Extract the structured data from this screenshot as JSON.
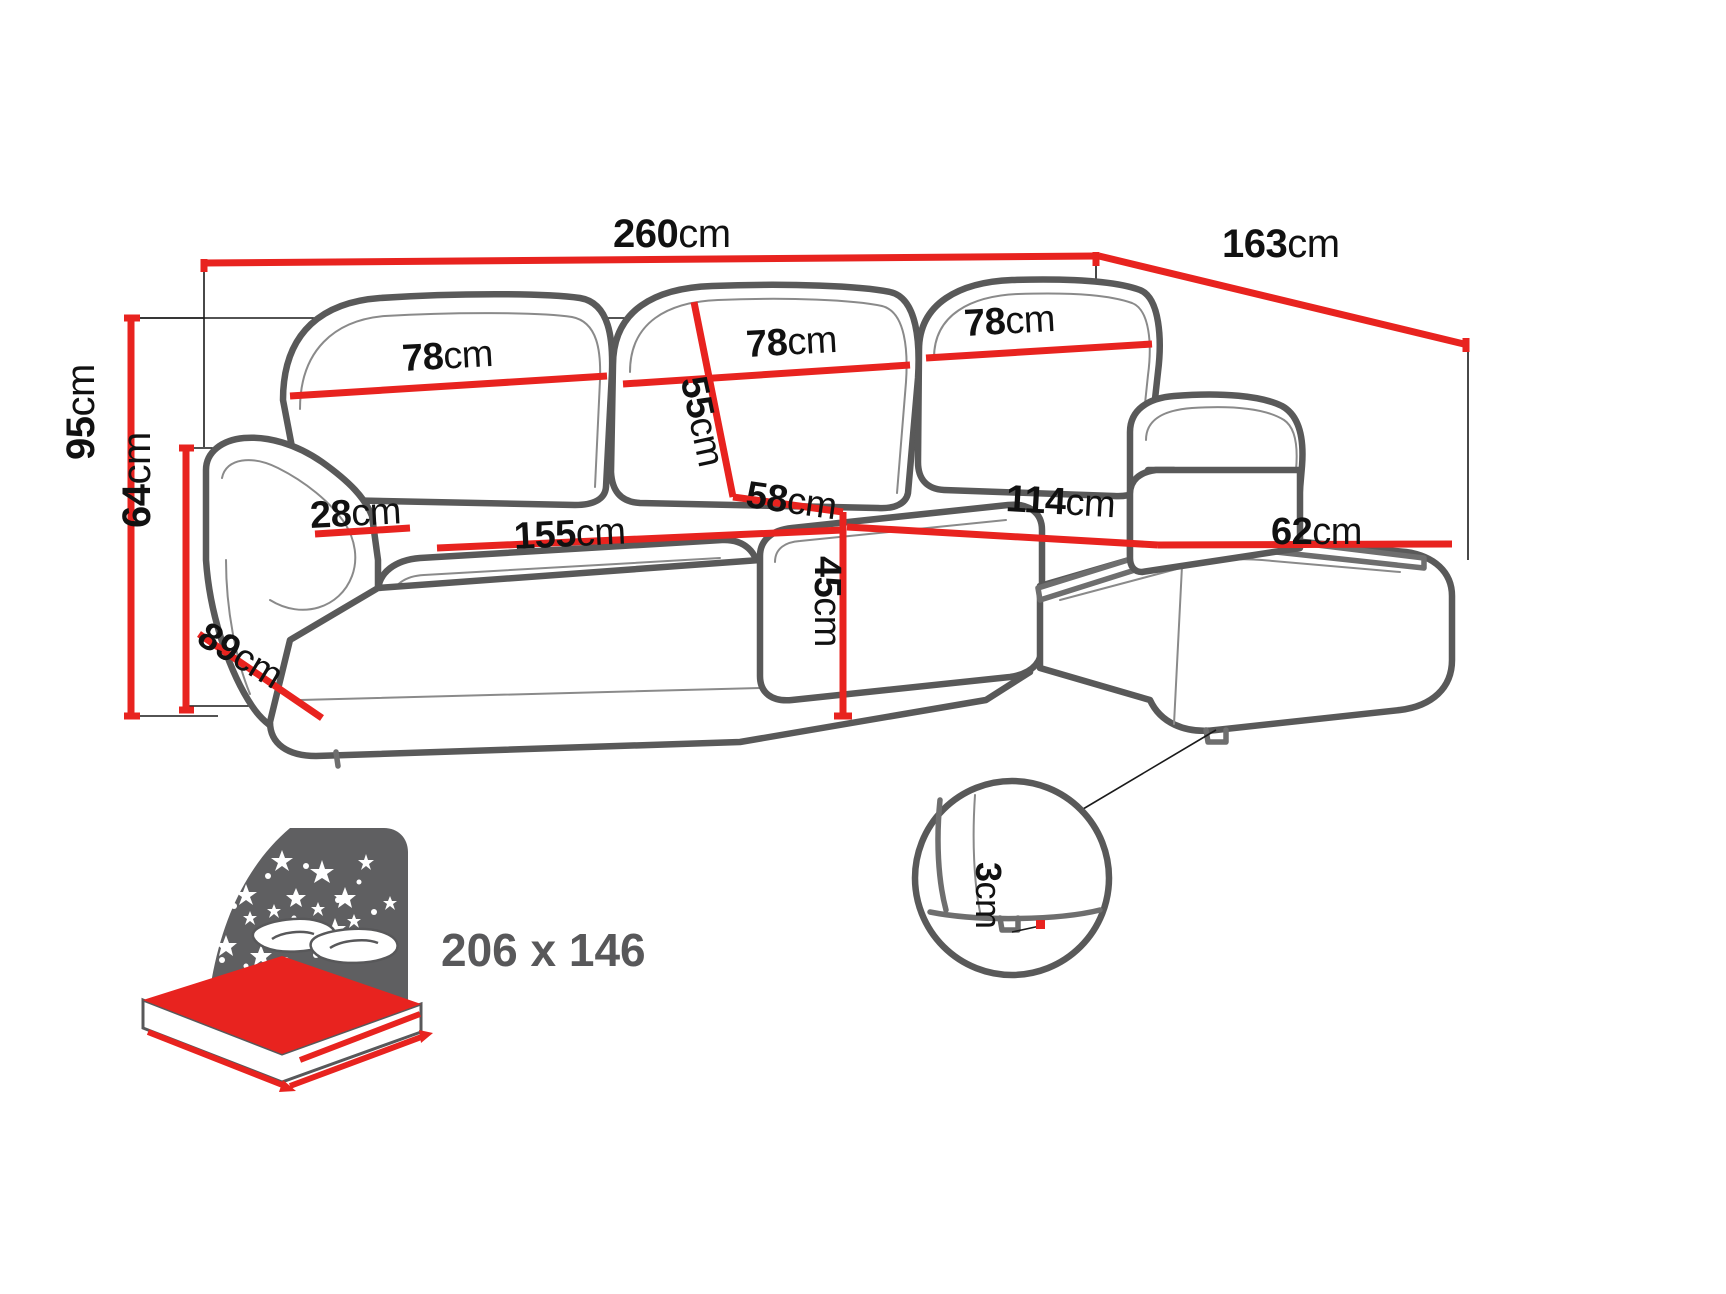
{
  "diagram": {
    "title": "Corner sofa bed dimension drawing",
    "units": "cm",
    "colors": {
      "dimension_line": "#e8231f",
      "outline": "#595959",
      "inner_line": "#6e6e6e",
      "leader_line": "#1a1a1a",
      "label_text": "#111111",
      "bed_label_text": "#58585a",
      "mattress_red": "#e8231f",
      "night_sky_gray": "#5f5f61"
    }
  },
  "dimensions": {
    "total_width": {
      "value": "260",
      "unit": "cm"
    },
    "total_depth": {
      "value": "163",
      "unit": "cm"
    },
    "total_height": {
      "value": "95",
      "unit": "cm"
    },
    "seat_back_height": {
      "value": "64",
      "unit": "cm"
    },
    "side_depth": {
      "value": "89",
      "unit": "cm"
    },
    "backrest_left": {
      "value": "78",
      "unit": "cm"
    },
    "backrest_middle": {
      "value": "78",
      "unit": "cm"
    },
    "backrest_right": {
      "value": "78",
      "unit": "cm"
    },
    "backrest_cushion_height": {
      "value": "55",
      "unit": "cm"
    },
    "seat_depth": {
      "value": "58",
      "unit": "cm"
    },
    "armrest_height": {
      "value": "28",
      "unit": "cm"
    },
    "seat_width": {
      "value": "155",
      "unit": "cm"
    },
    "seat_height": {
      "value": "45",
      "unit": "cm"
    },
    "chaise_length": {
      "value": "114",
      "unit": "cm"
    },
    "chaise_width": {
      "value": "62",
      "unit": "cm"
    },
    "leg_height": {
      "value": "3",
      "unit": "cm"
    }
  },
  "sleeping_area": {
    "label": "206 x 146",
    "icon_name": "bed-night-sky-icon"
  }
}
